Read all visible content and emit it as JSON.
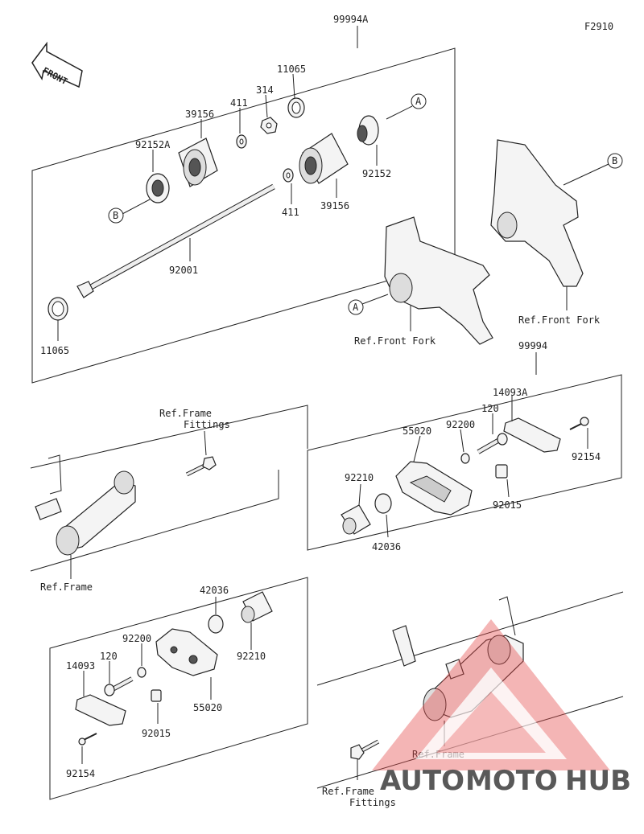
{
  "figure_code": "F2910",
  "front_label": "FRONT",
  "callouts": {
    "a": "A",
    "b": "B"
  },
  "part_numbers": {
    "kit_upper": "99994A",
    "kit_lower": "99994",
    "p11065_top": "11065",
    "p11065_bottom": "11065",
    "p314": "314",
    "p411_top": "411",
    "p411_bottom": "411",
    "p39156_left": "39156",
    "p39156_right": "39156",
    "p92152A": "92152A",
    "p92152": "92152",
    "p92001": "92001",
    "p14093A": "14093A",
    "p120_r": "120",
    "p92200_r": "92200",
    "p55020_r": "55020",
    "p92154_r": "92154",
    "p92210_r": "92210",
    "p92015_r": "92015",
    "p42036_r": "42036",
    "p42036_l": "42036",
    "p92200_l": "92200",
    "p120_l": "120",
    "p14093": "14093",
    "p92210_l": "92210",
    "p55020_l": "55020",
    "p92015_l": "92015",
    "p92154_l": "92154"
  },
  "refs": {
    "front_fork_1": "Ref.Front Fork",
    "front_fork_2": "Ref.Front Fork",
    "frame_fittings_top_1": "Ref.Frame",
    "frame_fittings_top_2": "Fittings",
    "frame_left": "Ref.Frame",
    "frame_right": "Ref.Frame",
    "frame_fittings_bottom_1": "Ref.Frame",
    "frame_fittings_bottom_2": "Fittings"
  },
  "watermark": {
    "part1": "AUTO",
    "part2": "MOTO",
    "part3": "HUB"
  },
  "colors": {
    "line": "#222222",
    "watermark_red": "#e64a4a",
    "watermark_orange": "#f2a33a",
    "watermark_dark": "#3a3a3a"
  }
}
